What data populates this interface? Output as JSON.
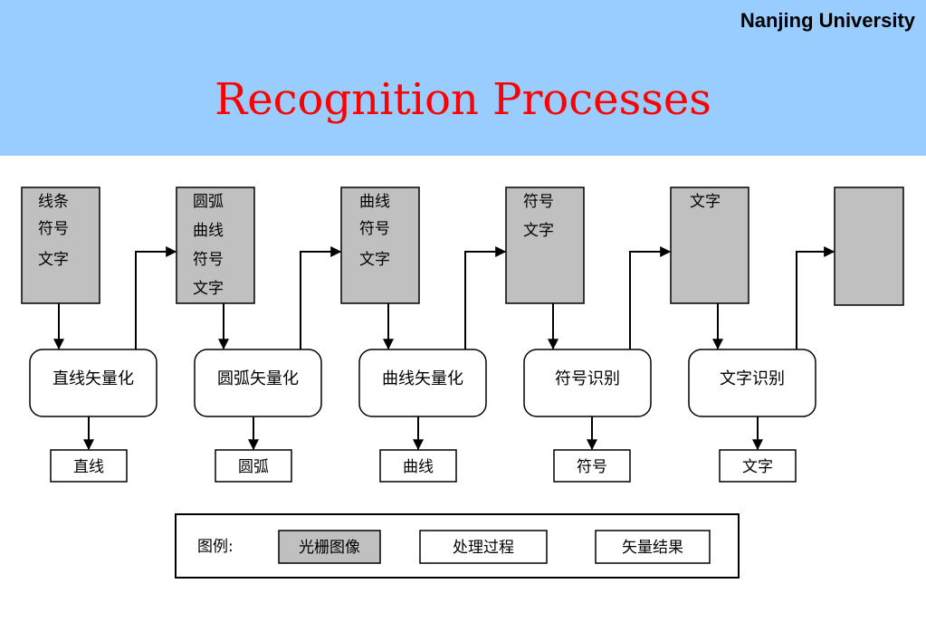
{
  "header": {
    "university": "Nanjing University",
    "title": "Recognition Processes"
  },
  "raster_boxes": [
    {
      "lines": [
        "线条",
        "符号",
        "文字"
      ]
    },
    {
      "lines": [
        "圆弧",
        "曲线",
        "符号",
        "文字"
      ]
    },
    {
      "lines": [
        "曲线",
        "符号",
        "文字"
      ]
    },
    {
      "lines": [
        "符号",
        "文字"
      ]
    },
    {
      "lines": [
        "文字"
      ]
    },
    {
      "lines": []
    }
  ],
  "processes": [
    "直线矢量化",
    "圆弧矢量化",
    "曲线矢量化",
    "符号识别",
    "文字识别"
  ],
  "results": [
    "直线",
    "圆弧",
    "曲线",
    "符号",
    "文字"
  ],
  "legend": {
    "label": "图例:",
    "raster": "光栅图像",
    "process": "处理过程",
    "vector": "矢量结果"
  },
  "colors": {
    "header_bg": "#99ccff",
    "title": "#ff0000",
    "raster_fill": "#c0c0c0"
  }
}
